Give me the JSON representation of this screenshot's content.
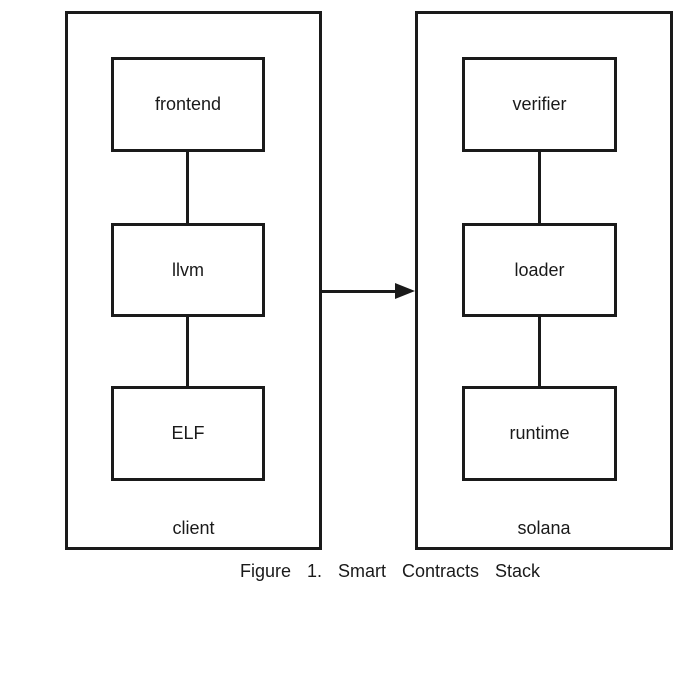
{
  "diagram": {
    "background_color": "#ffffff",
    "line_color": "#1a1a1a",
    "caption": "Figure 1. Smart Contracts Stack",
    "containers": [
      {
        "label": "client",
        "nodes": [
          {
            "label": "frontend"
          },
          {
            "label": "llvm"
          },
          {
            "label": "ELF"
          }
        ]
      },
      {
        "label": "solana",
        "nodes": [
          {
            "label": "verifier"
          },
          {
            "label": "loader"
          },
          {
            "label": "runtime"
          }
        ]
      }
    ],
    "arrow": {
      "from": "client",
      "to": "solana",
      "direction": "right"
    }
  }
}
